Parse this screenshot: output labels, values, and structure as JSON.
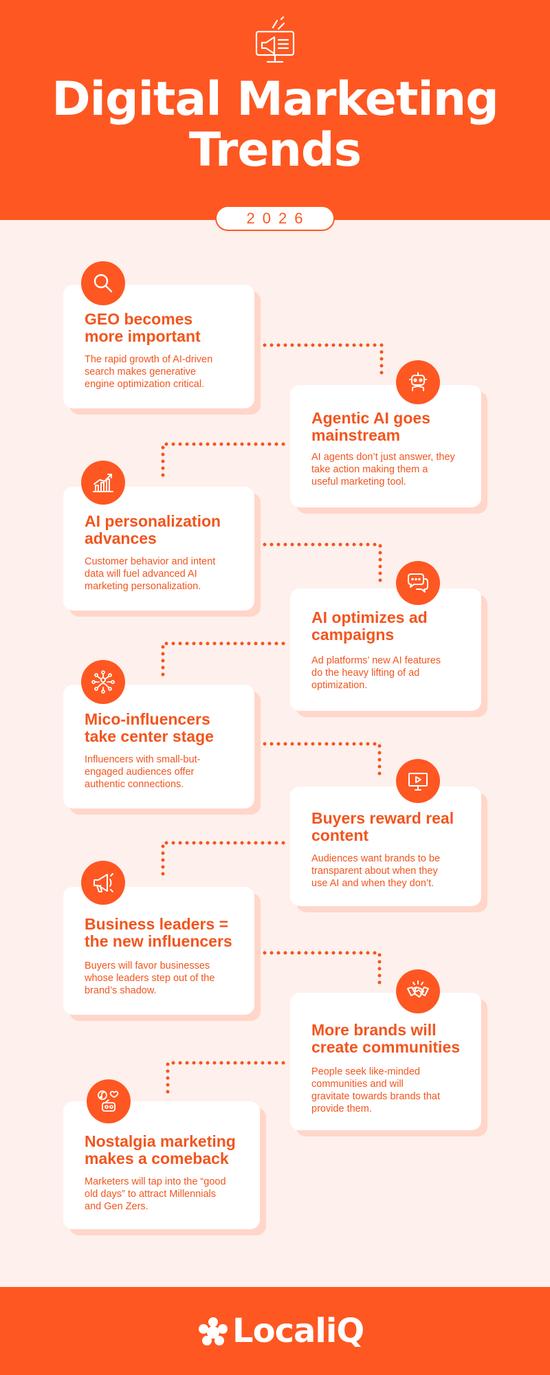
{
  "header": {
    "icon": "megaphone-monitor-icon",
    "title_line1": "Digital Marketing",
    "title_line2": "Trends",
    "year": "2026"
  },
  "trends": [
    {
      "title_line1": "GEO becomes",
      "title_line2": "more important",
      "text_lines": [
        "The rapid growth of AI-driven",
        "search makes generative",
        "engine optimization critical."
      ],
      "icon": "magnifier-icon"
    },
    {
      "title_line1": "Agentic AI goes",
      "title_line2": "mainstream",
      "text_lines": [
        "AI agents don’t just answer, they",
        "take action making them a",
        "useful marketing tool."
      ],
      "icon": "robot-icon"
    },
    {
      "title_line1": "AI personalization",
      "title_line2": "advances",
      "text_lines": [
        "Customer behavior and intent",
        "data will fuel advanced AI",
        "marketing personalization."
      ],
      "icon": "growth-chart-icon"
    },
    {
      "title_line1": "AI optimizes ad",
      "title_line2": "campaigns",
      "text_lines": [
        "Ad platforms’ new AI features",
        "do the heavy lifting of ad",
        "optimization."
      ],
      "icon": "chat-bubbles-icon"
    },
    {
      "title_line1": "Mico-influencers",
      "title_line2": "take center stage",
      "text_lines": [
        "Influencers with small-but-",
        "engaged audiences offer",
        "authentic connections."
      ],
      "icon": "network-people-icon"
    },
    {
      "title_line1": "Buyers reward real",
      "title_line2": "content",
      "text_lines": [
        "Audiences want brands to be",
        "transparent about when they",
        "use AI and when they don’t."
      ],
      "icon": "video-presentation-icon"
    },
    {
      "title_line1": "Business leaders =",
      "title_line2": "the new influencers",
      "text_lines": [
        "Buyers will favor businesses",
        "whose leaders step out of the",
        "brand’s shadow."
      ],
      "icon": "megaphone-icon"
    },
    {
      "title_line1": "More brands will",
      "title_line2": "create communities",
      "text_lines": [
        "People seek like-minded",
        "communities and will",
        "gravitate towards brands that",
        "provide them."
      ],
      "icon": "handshake-icon"
    },
    {
      "title_line1": "Nostalgia marketing",
      "title_line2": "makes a comeback",
      "text_lines": [
        "Marketers will tap into the “good",
        "old days” to attract Millennials",
        "and Gen Zers."
      ],
      "icon": "retro-music-icon"
    }
  ],
  "footer": {
    "brand": "LocaliQ",
    "logo_icon": "localiq-asterisk-icon"
  },
  "colors": {
    "brand_orange": "#fe5722",
    "background": "#fef0ec",
    "card_shadow": "#ffd6c9"
  }
}
